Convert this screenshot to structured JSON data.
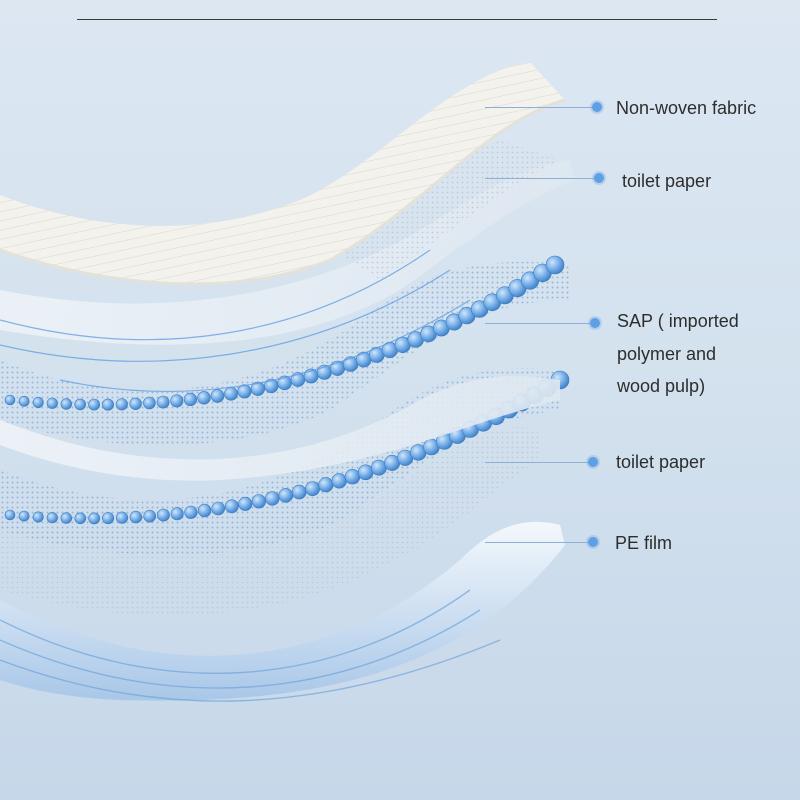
{
  "layers": [
    {
      "key": "nonwoven",
      "label": "Non-woven fabric"
    },
    {
      "key": "toilet_paper_top",
      "label": "toilet paper"
    },
    {
      "key": "sap",
      "label_lines": [
        "SAP ( imported",
        " polymer and",
        "wood pulp)"
      ]
    },
    {
      "key": "toilet_paper_bottom",
      "label": "toilet paper"
    },
    {
      "key": "pe_film",
      "label": "PE film"
    }
  ],
  "colors": {
    "background_top": "#dce7f2",
    "background_bottom": "#c6d7e9",
    "fabric": "#f3f2ec",
    "sap_blue": "#5f9ee0",
    "film_blue": "#a9c7e8",
    "callout_dot": "#5f9fe3",
    "label_text": "#2d2d2d"
  }
}
